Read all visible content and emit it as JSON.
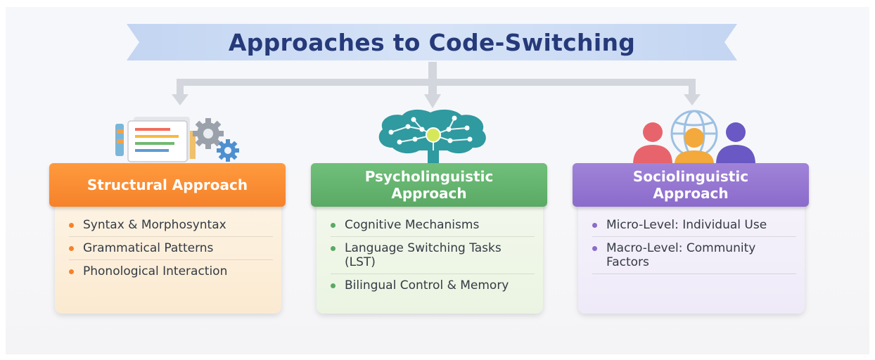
{
  "title": "Approaches to Code-Switching",
  "colors": {
    "title_text": "#263a7a",
    "ribbon": "#c9d9f3",
    "structural": "#f5822a",
    "psycholinguistic": "#5aa964",
    "sociolinguistic": "#8b6bcb"
  },
  "cards": [
    {
      "id": "structural",
      "icon": "document-gears-icon",
      "title": "Structural Approach",
      "items": [
        "Syntax & Morphosyntax",
        "Grammatical Patterns",
        "Phonological Interaction"
      ]
    },
    {
      "id": "psycholinguistic",
      "icon": "brain-network-icon",
      "title": "Psycholinguistic Approach",
      "items": [
        "Cognitive Mechanisms",
        "Language Switching Tasks (LST)",
        "Bilingual Control & Memory"
      ]
    },
    {
      "id": "sociolinguistic",
      "icon": "people-globe-icon",
      "title": "Sociolinguistic Approach",
      "items": [
        "Micro-Level: Individual Use",
        "Macro-Level: Community Factors"
      ]
    }
  ]
}
